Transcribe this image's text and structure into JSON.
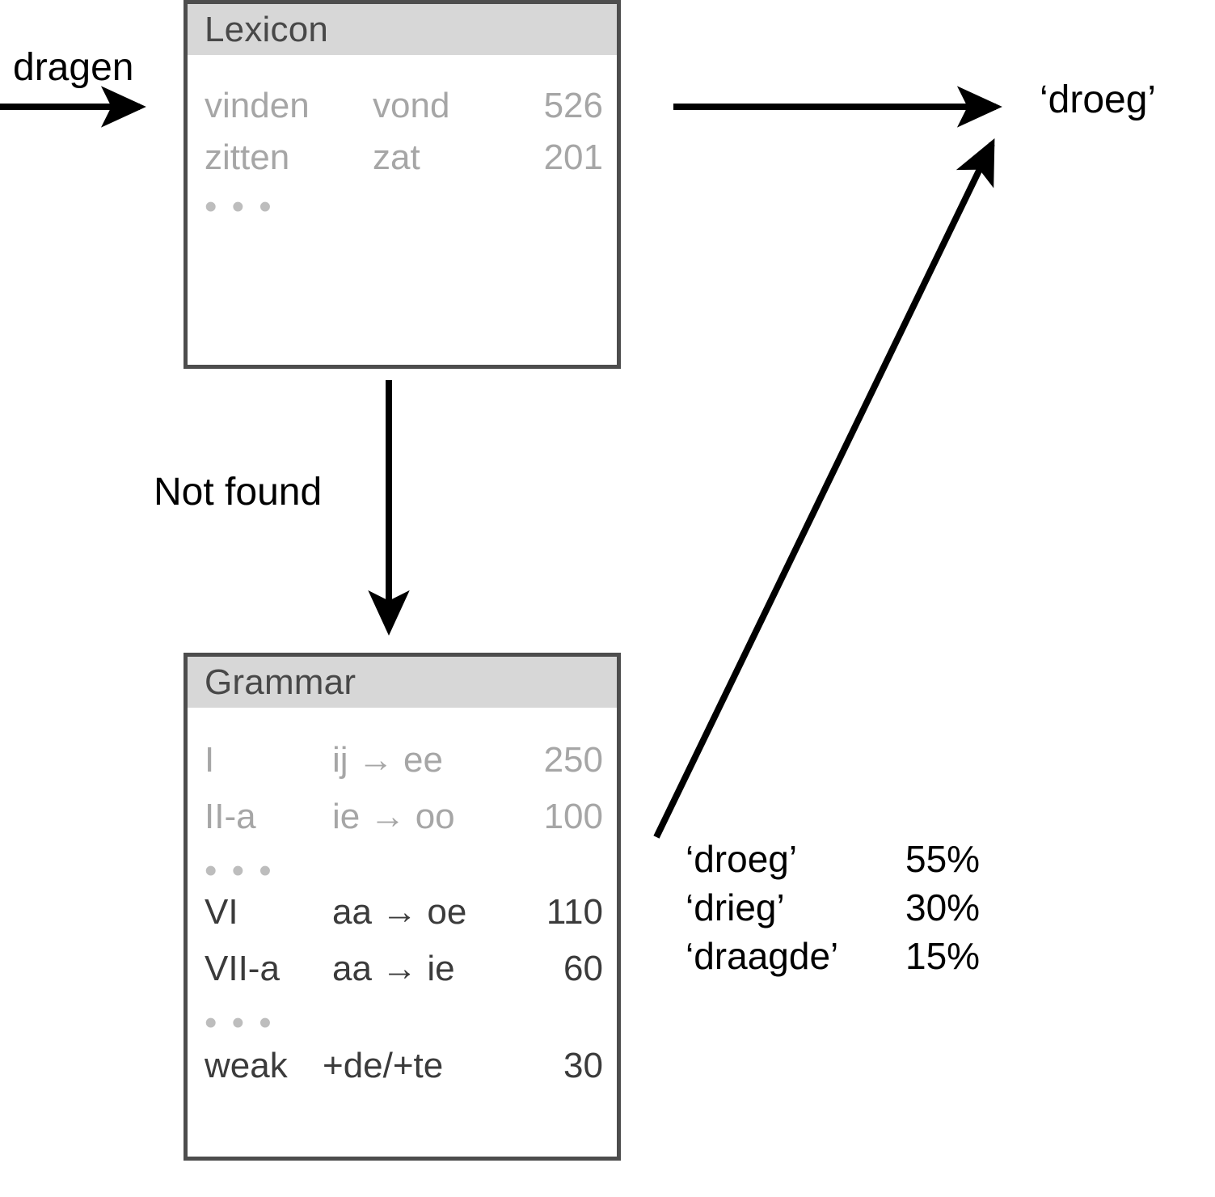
{
  "diagram": {
    "input_label": "dragen",
    "not_found_label": "Not found",
    "output_label": "‘droeg’"
  },
  "lexicon": {
    "title": "Lexicon",
    "rows": [
      {
        "label": "vinden",
        "form": "vond",
        "count": "526",
        "tone": "dim"
      },
      {
        "label": "zitten",
        "form": "zat",
        "count": "201",
        "tone": "dim"
      }
    ],
    "ellipsis": "• • •"
  },
  "grammar": {
    "title": "Grammar",
    "rows": [
      {
        "label": "I",
        "rule": "ij → ee",
        "count": "250",
        "tone": "dim"
      },
      {
        "label": "II-a",
        "rule": "ie → oo",
        "count": "100",
        "tone": "dim"
      },
      {
        "label": "",
        "rule": "",
        "count": "",
        "tone": "ellipsis"
      },
      {
        "label": "VI",
        "rule": "aa → oe",
        "count": "110",
        "tone": "dark"
      },
      {
        "label": "VII-a",
        "rule": "aa → ie",
        "count": "60",
        "tone": "dark"
      },
      {
        "label": "",
        "rule": "",
        "count": "",
        "tone": "ellipsis"
      },
      {
        "label": "weak",
        "rule": "+de/+te",
        "count": "30",
        "tone": "dark"
      }
    ],
    "ellipsis": "• • •"
  },
  "predictions": [
    {
      "word": "‘droeg’",
      "probability": "55%"
    },
    {
      "word": "‘drieg’",
      "probability": "30%"
    },
    {
      "word": "‘draagde’",
      "probability": "15%"
    }
  ],
  "colors": {
    "border": "#4d4d4d",
    "header_band": "#d7d7d7",
    "header_text": "#484848",
    "dim_text": "#a6a6a6",
    "dark_text": "#3b3b3b",
    "arrow": "#000000"
  }
}
